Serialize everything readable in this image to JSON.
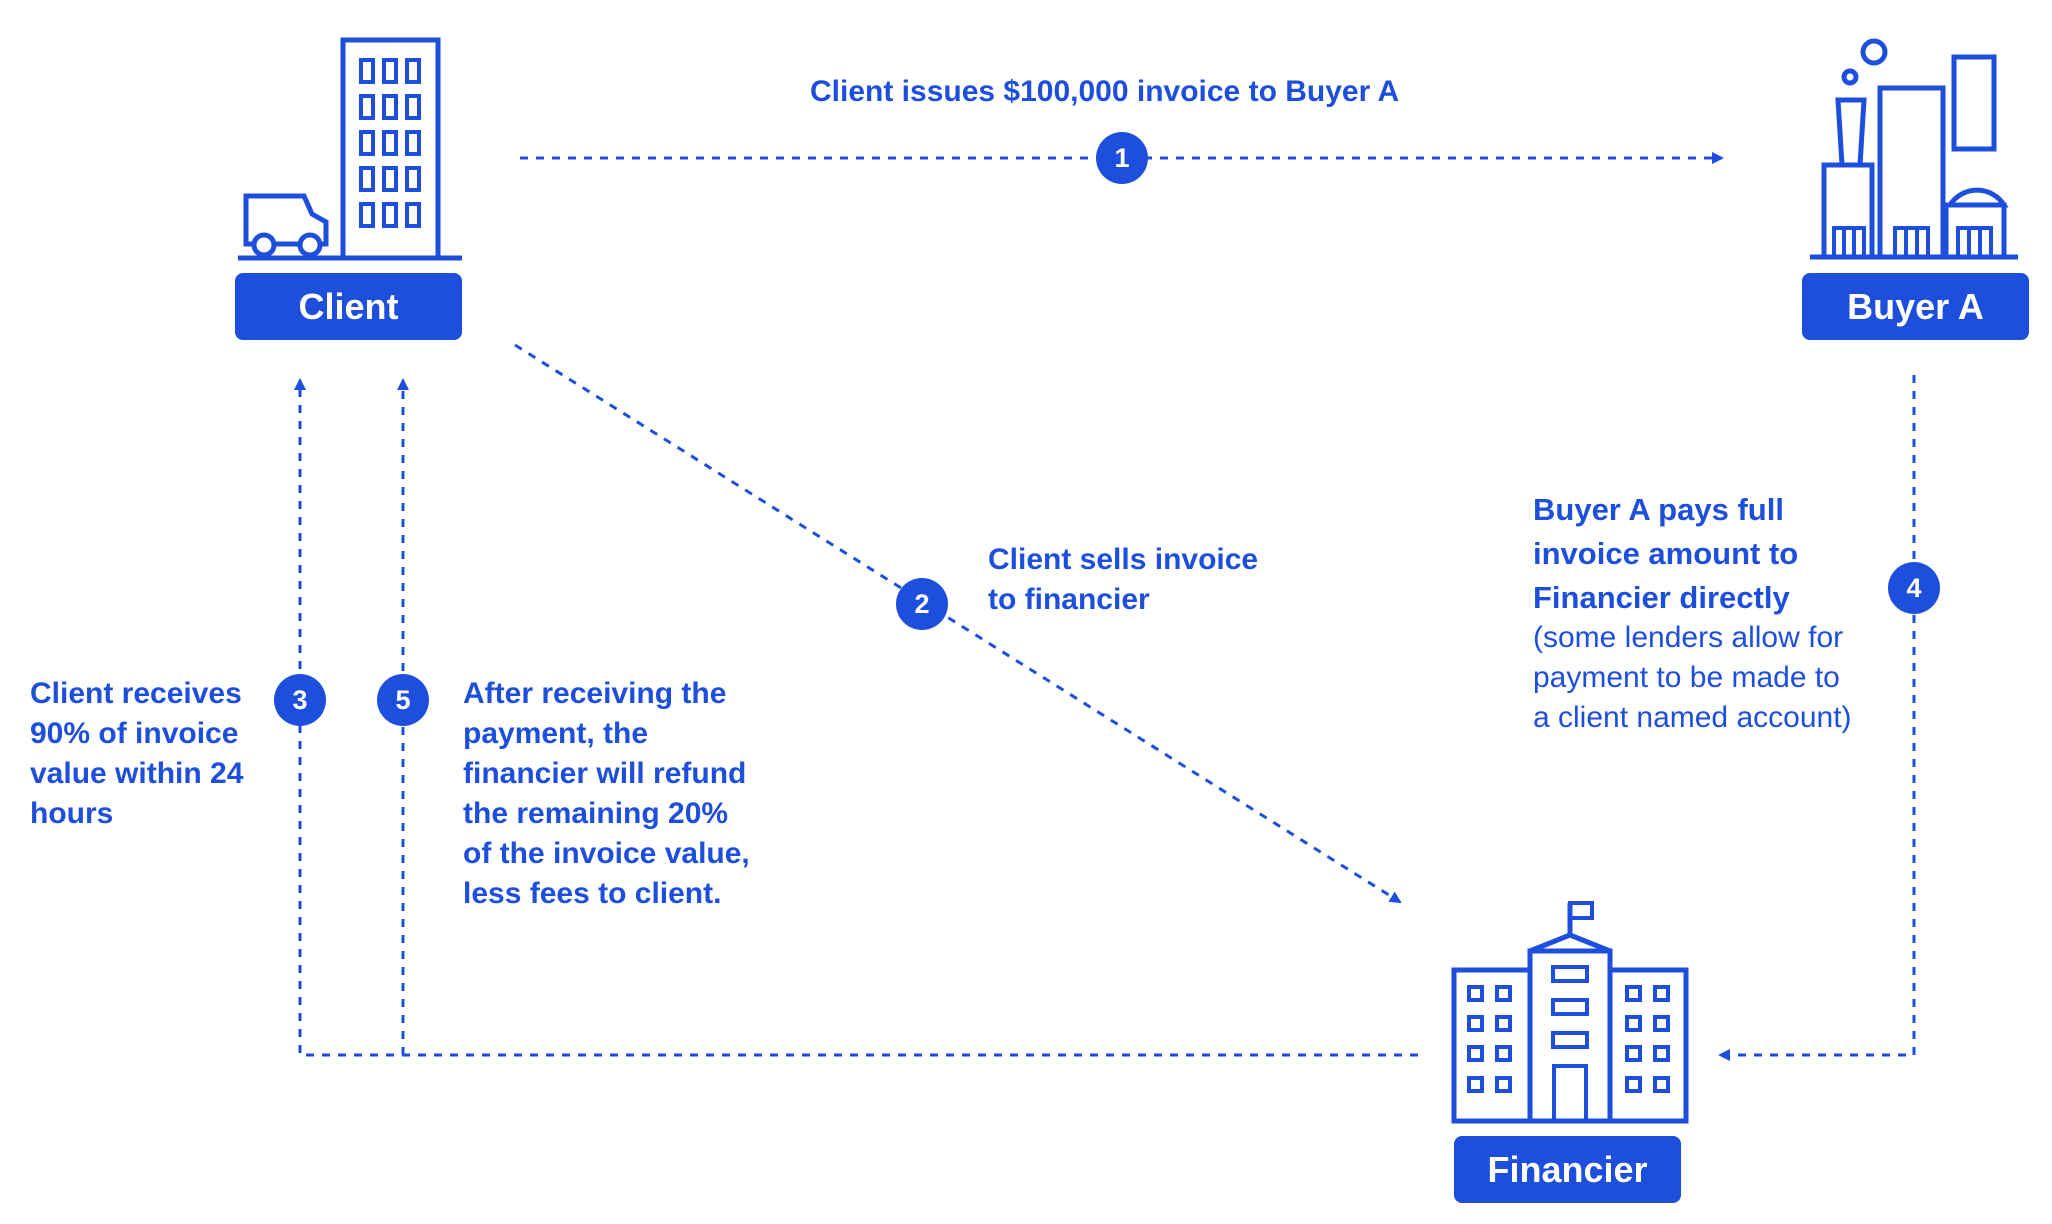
{
  "nodes": {
    "client": "Client",
    "buyer": "Buyer A",
    "financier": "Financier"
  },
  "steps": [
    "1",
    "2",
    "3",
    "4",
    "5"
  ],
  "captions": {
    "step1": "Client issues $100,000 invoice to Buyer A",
    "step2": [
      "Client sells invoice",
      "to financier"
    ],
    "step3": [
      "Client receives",
      "90% of invoice",
      "value within 24",
      "hours"
    ],
    "step4": [
      "Buyer A pays full",
      "invoice amount to",
      "Financier directly"
    ],
    "step4_note": [
      "(some lenders allow for",
      "payment to be made to",
      "a client named account)"
    ],
    "step5": [
      "After receiving the",
      "payment, the",
      "financier will refund",
      "the remaining 20%",
      "of the invoice value,",
      "less fees to client."
    ]
  },
  "colors": {
    "accent": "#1d4fdc",
    "background": "#ffffff"
  },
  "icons": [
    "office-building-icon",
    "delivery-truck-icon",
    "factory-icon",
    "bank-building-icon"
  ]
}
